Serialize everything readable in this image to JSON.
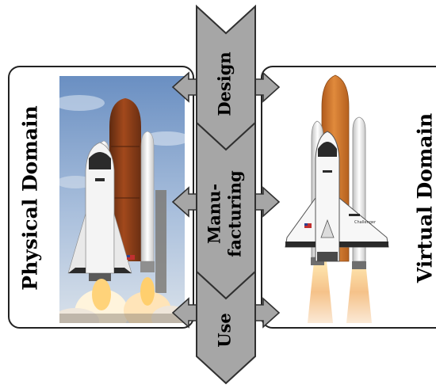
{
  "physical_domain": {
    "title": "Physical Domain"
  },
  "virtual_domain": {
    "title": "Virtual Domain",
    "shuttle_name_small": "Challenger"
  },
  "stages": [
    {
      "lines": [
        "Design"
      ]
    },
    {
      "lines": [
        "Manu-",
        "facturing"
      ]
    },
    {
      "lines": [
        "Use"
      ]
    }
  ],
  "colors": {
    "chevron_fill": "#a6a6a6",
    "chevron_stroke": "#303030",
    "panel_stroke": "#222222",
    "external_tank": "#c8641e",
    "sky_top": "#6f93c4",
    "sky_bottom": "#c5d4e6"
  },
  "icons": {
    "physical_image": "space-shuttle-launch-photo",
    "virtual_image": "space-shuttle-3d-model"
  }
}
